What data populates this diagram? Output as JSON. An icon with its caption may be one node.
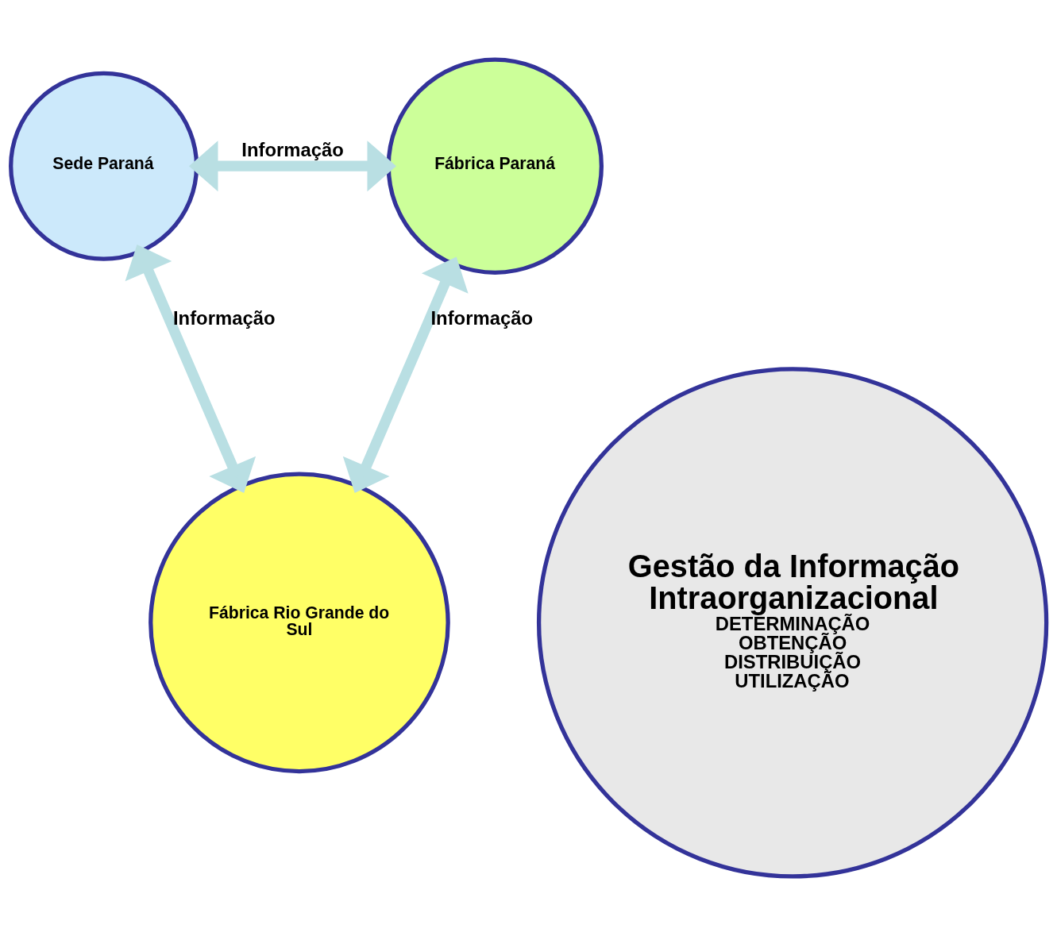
{
  "diagram": {
    "nodes": [
      {
        "text": [
          "Sede Paraná"
        ]
      },
      {
        "text": [
          "Fábrica Paraná"
        ]
      },
      {
        "text": [
          "Gestão da Informação Intraorganizacional",
          "DETERMINAÇÃO OBTENÇÃO DISTRIBUIÇÃO UTILIZAÇÃO"
        ]
      },
      {
        "text": [
          "Fábrica Rio Grande do Sul"
        ]
      }
    ],
    "edges": [
      {
        "from": 0,
        "to": 1,
        "arrow": "both",
        "label": "Informação"
      },
      {
        "from": 1,
        "to": 3,
        "arrow": "both",
        "label": "Informação"
      },
      {
        "from": 3,
        "to": 0,
        "arrow": "both",
        "label": "Informação"
      }
    ]
  }
}
